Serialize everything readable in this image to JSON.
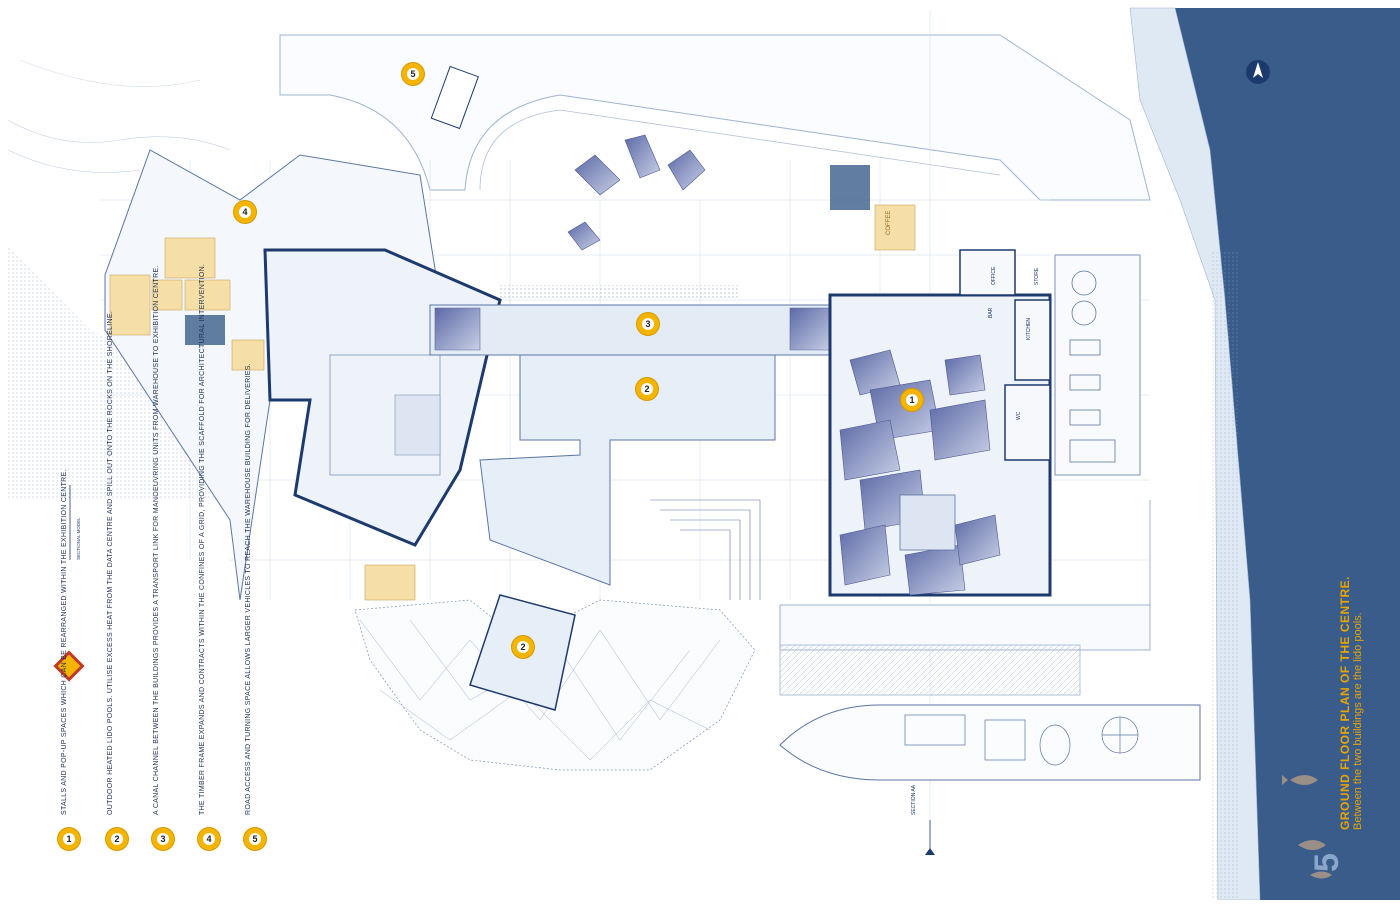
{
  "sheet_number": "5",
  "title": "GROUND FLOOR PLAN OF THE CENTRE.",
  "subtitle": "Between the two buildings are the lido pools.",
  "legend": [
    {
      "num": "1",
      "text": "STALLS AND POP-UP SPACES WHICH CAN BE REARRANGED WITHIN THE EXHIBITION CENTRE."
    },
    {
      "num": "2",
      "text": "OUTDOOR HEATED LIDO POOLS. UTILISE EXCESS HEAT FROM THE DATA CENTRE AND SPILL OUT ONTO THE ROCKS ON THE SHORELINE."
    },
    {
      "num": "3",
      "text": "A CANAL CHANNEL BETWEEN THE BUILDINGS PROVIDES A TRANSPORT LINK FOR MANOEUVRING UNITS FROM WAREHOUSE TO EXHIBITION CENTRE."
    },
    {
      "num": "4",
      "text": "THE TIMBER FRAME EXPANDS AND CONTRACTS WITHIN THE CONFINES OF A GRID, PROVIDING THE SCAFFOLD FOR ARCHITECTURAL INTERVENTION."
    },
    {
      "num": "5",
      "text": "ROAD ACCESS AND TURNING SPACE ALLOWS LARGER VEHICLES TO REACH THE WAREHOUSE BUILDING FOR DELIVERIES."
    }
  ],
  "plan_markers": [
    "5",
    "4",
    "3",
    "2",
    "1",
    "2"
  ],
  "room_labels": {
    "coffee": "COFFEE",
    "office": "OFFICE",
    "store": "STORE",
    "kitchen": "KITCHEN",
    "bar": "BAR",
    "wc": "WC",
    "section_a": "SECTION AA",
    "sectional_model": "SECTIONAL MODEL"
  },
  "colors": {
    "sea": "#3a5c8a",
    "line": "#1d3a6e",
    "accent": "#f5b400",
    "title": "#e8a500",
    "roof": "#7d86b8"
  }
}
